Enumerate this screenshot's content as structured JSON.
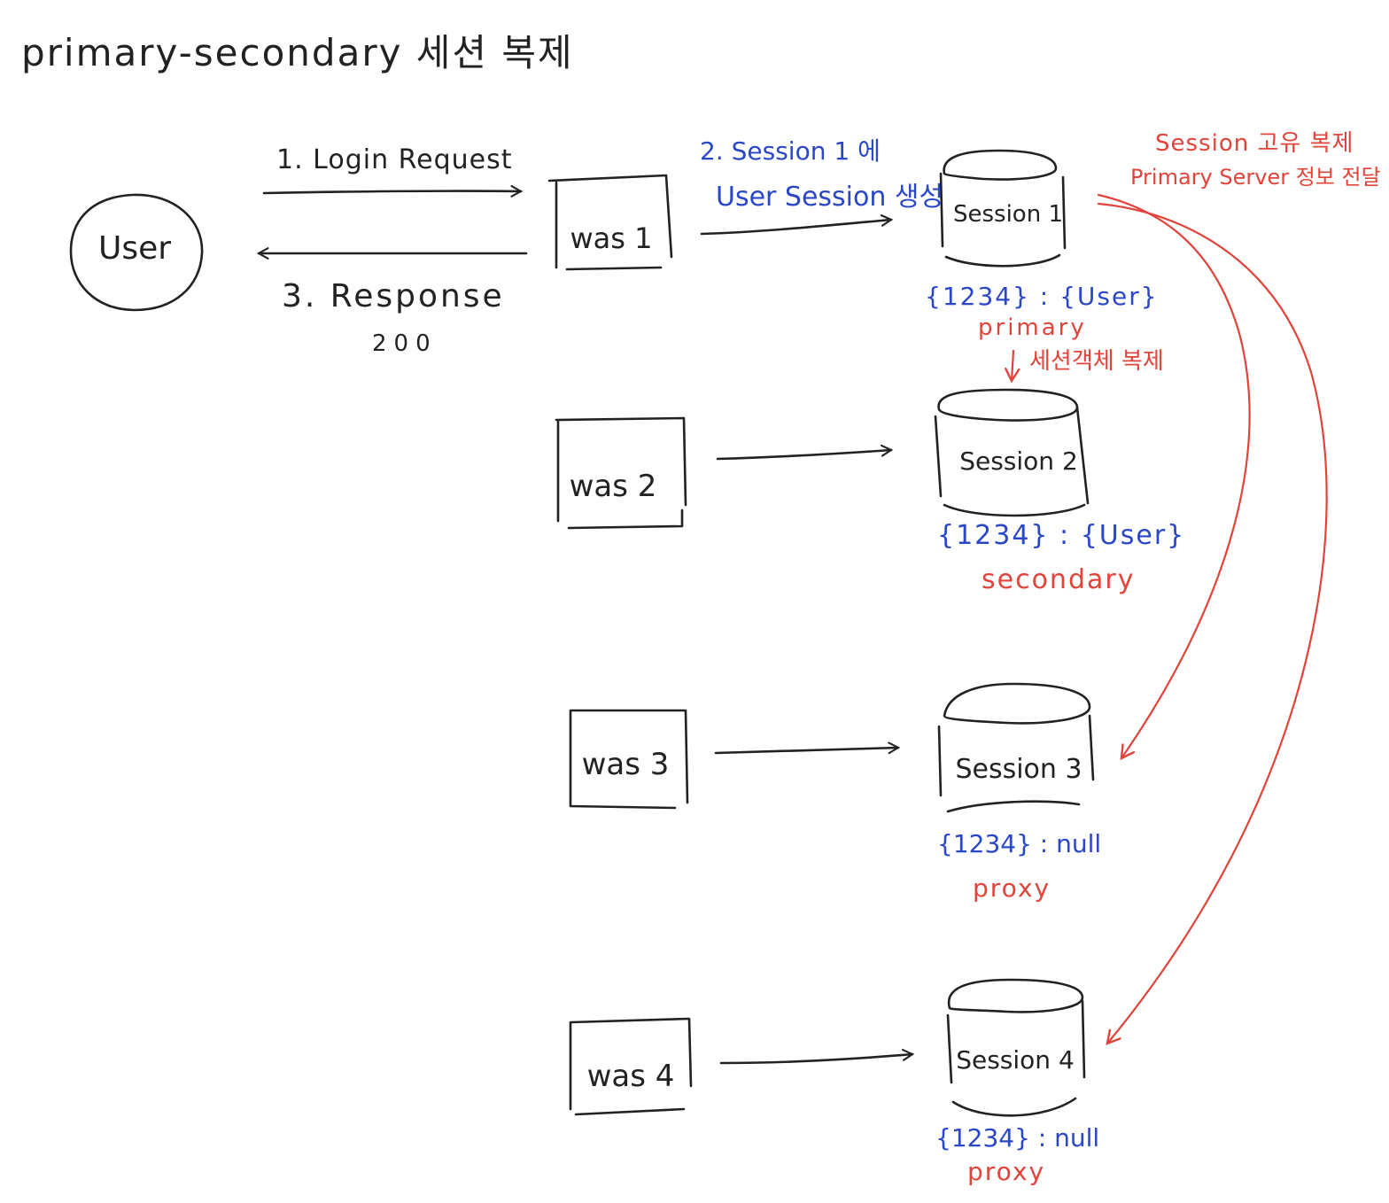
{
  "title": "primary-secondary 세션 복제",
  "user": {
    "label": "User"
  },
  "arrows": {
    "login_request": "1. Login Request",
    "response": "3. Response",
    "response_code": "200",
    "create_session_line1": "2. Session 1 에",
    "create_session_line2": "User Session 생성"
  },
  "was": [
    "was 1",
    "was 2",
    "was 3",
    "was 4"
  ],
  "sessions": [
    {
      "label": "Session 1",
      "value": "{1234} : {User}",
      "role": "primary"
    },
    {
      "label": "Session 2",
      "value": "{1234} : {User}",
      "role": "secondary"
    },
    {
      "label": "Session 3",
      "value": "{1234} : null",
      "role": "proxy"
    },
    {
      "label": "Session 4",
      "value": "{1234} : null",
      "role": "proxy"
    }
  ],
  "notes": {
    "replicate_object": "세션객체 복제",
    "replicate_location_line1": "Session 고유 복제",
    "replicate_location_line2": "Primary Server 정보 전달"
  },
  "colors": {
    "ink": "#222222",
    "blue": "#2a47c8",
    "red": "#e0443a"
  }
}
